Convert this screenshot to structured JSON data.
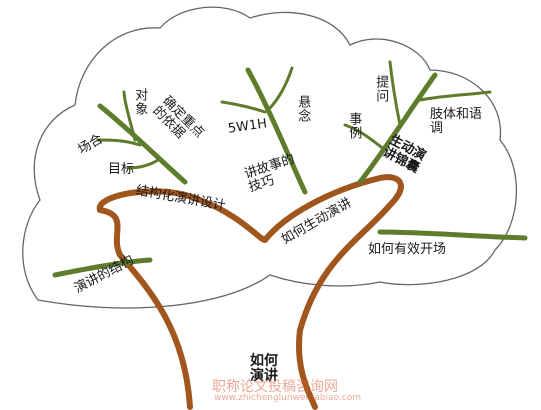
{
  "trunk": {
    "root_label": "如何演讲"
  },
  "branches": {
    "left_main": "结构化演讲设计",
    "middle_main": "如何生动演讲",
    "right_main": "如何有效开场",
    "left_lower": "演讲的结构"
  },
  "twigs": {
    "basis": "确定重点的依据",
    "venue": "场合",
    "object": "对象",
    "goal": "目标",
    "story_skill": "讲故事的技巧",
    "five_w": "5W1H",
    "suspense": "悬念",
    "kit": "生动演讲锦囊",
    "example": "事例",
    "question": "提问",
    "body_lang": "肢体和语调"
  },
  "watermark": {
    "text": "职称论文投稿咨询网",
    "url": "www.zhichenglunwenfabiao.com"
  },
  "colors": {
    "branch_brown": "#a0561c",
    "twig_green": "#5e7d2c",
    "crown_line": "#555555"
  }
}
